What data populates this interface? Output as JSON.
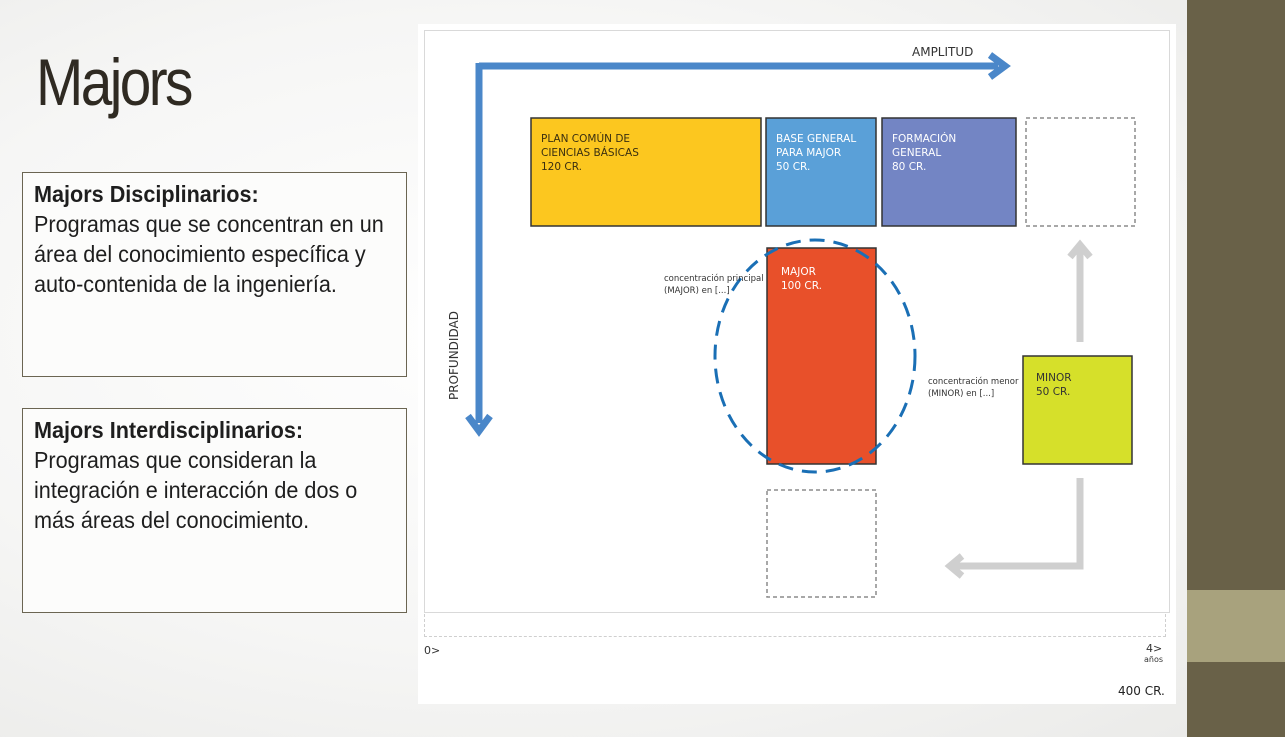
{
  "slide": {
    "title": "Majors",
    "box1": {
      "heading": "Majors Disciplinarios:",
      "body": "Programas que se concentran en un área del conocimiento específica y auto-contenida de la ingeniería."
    },
    "box2": {
      "heading": "Majors Interdisciplinarios:",
      "body": "Programas que consideran la integración e interacción de dos o más áreas del conocimiento."
    }
  },
  "diagram": {
    "axis_amplitud": "AMPLITUD",
    "axis_profundidad": "PROFUNDIDAD",
    "blocks": {
      "plan_comun": [
        "PLAN COMÚN DE",
        "CIENCIAS BÁSICAS",
        "120 CR."
      ],
      "base_general": [
        "BASE GENERAL",
        "PARA MAJOR",
        "50 CR."
      ],
      "formacion_general": [
        "FORMACIÓN",
        "GENERAL",
        "80 CR."
      ],
      "major": [
        "MAJOR",
        "100 CR."
      ],
      "minor": [
        "MINOR",
        "50 CR."
      ]
    },
    "labels": {
      "concentracion_principal": [
        "concentración principal",
        "(MAJOR) en [...]"
      ],
      "concentracion_menor": [
        "concentración menor",
        "(MINOR) en [...]"
      ]
    },
    "timeline": {
      "start": "0>",
      "end": "4>",
      "end_unit": "años",
      "total": "400 CR."
    },
    "colors": {
      "axis_blue": "#4a87c9",
      "plan_comun": "#fcc71f",
      "base_general": "#5aa0d8",
      "formacion_general": "#7385c4",
      "major": "#e8502a",
      "minor": "#d6e02a",
      "flow_arrows": "#cfcfcf"
    }
  }
}
